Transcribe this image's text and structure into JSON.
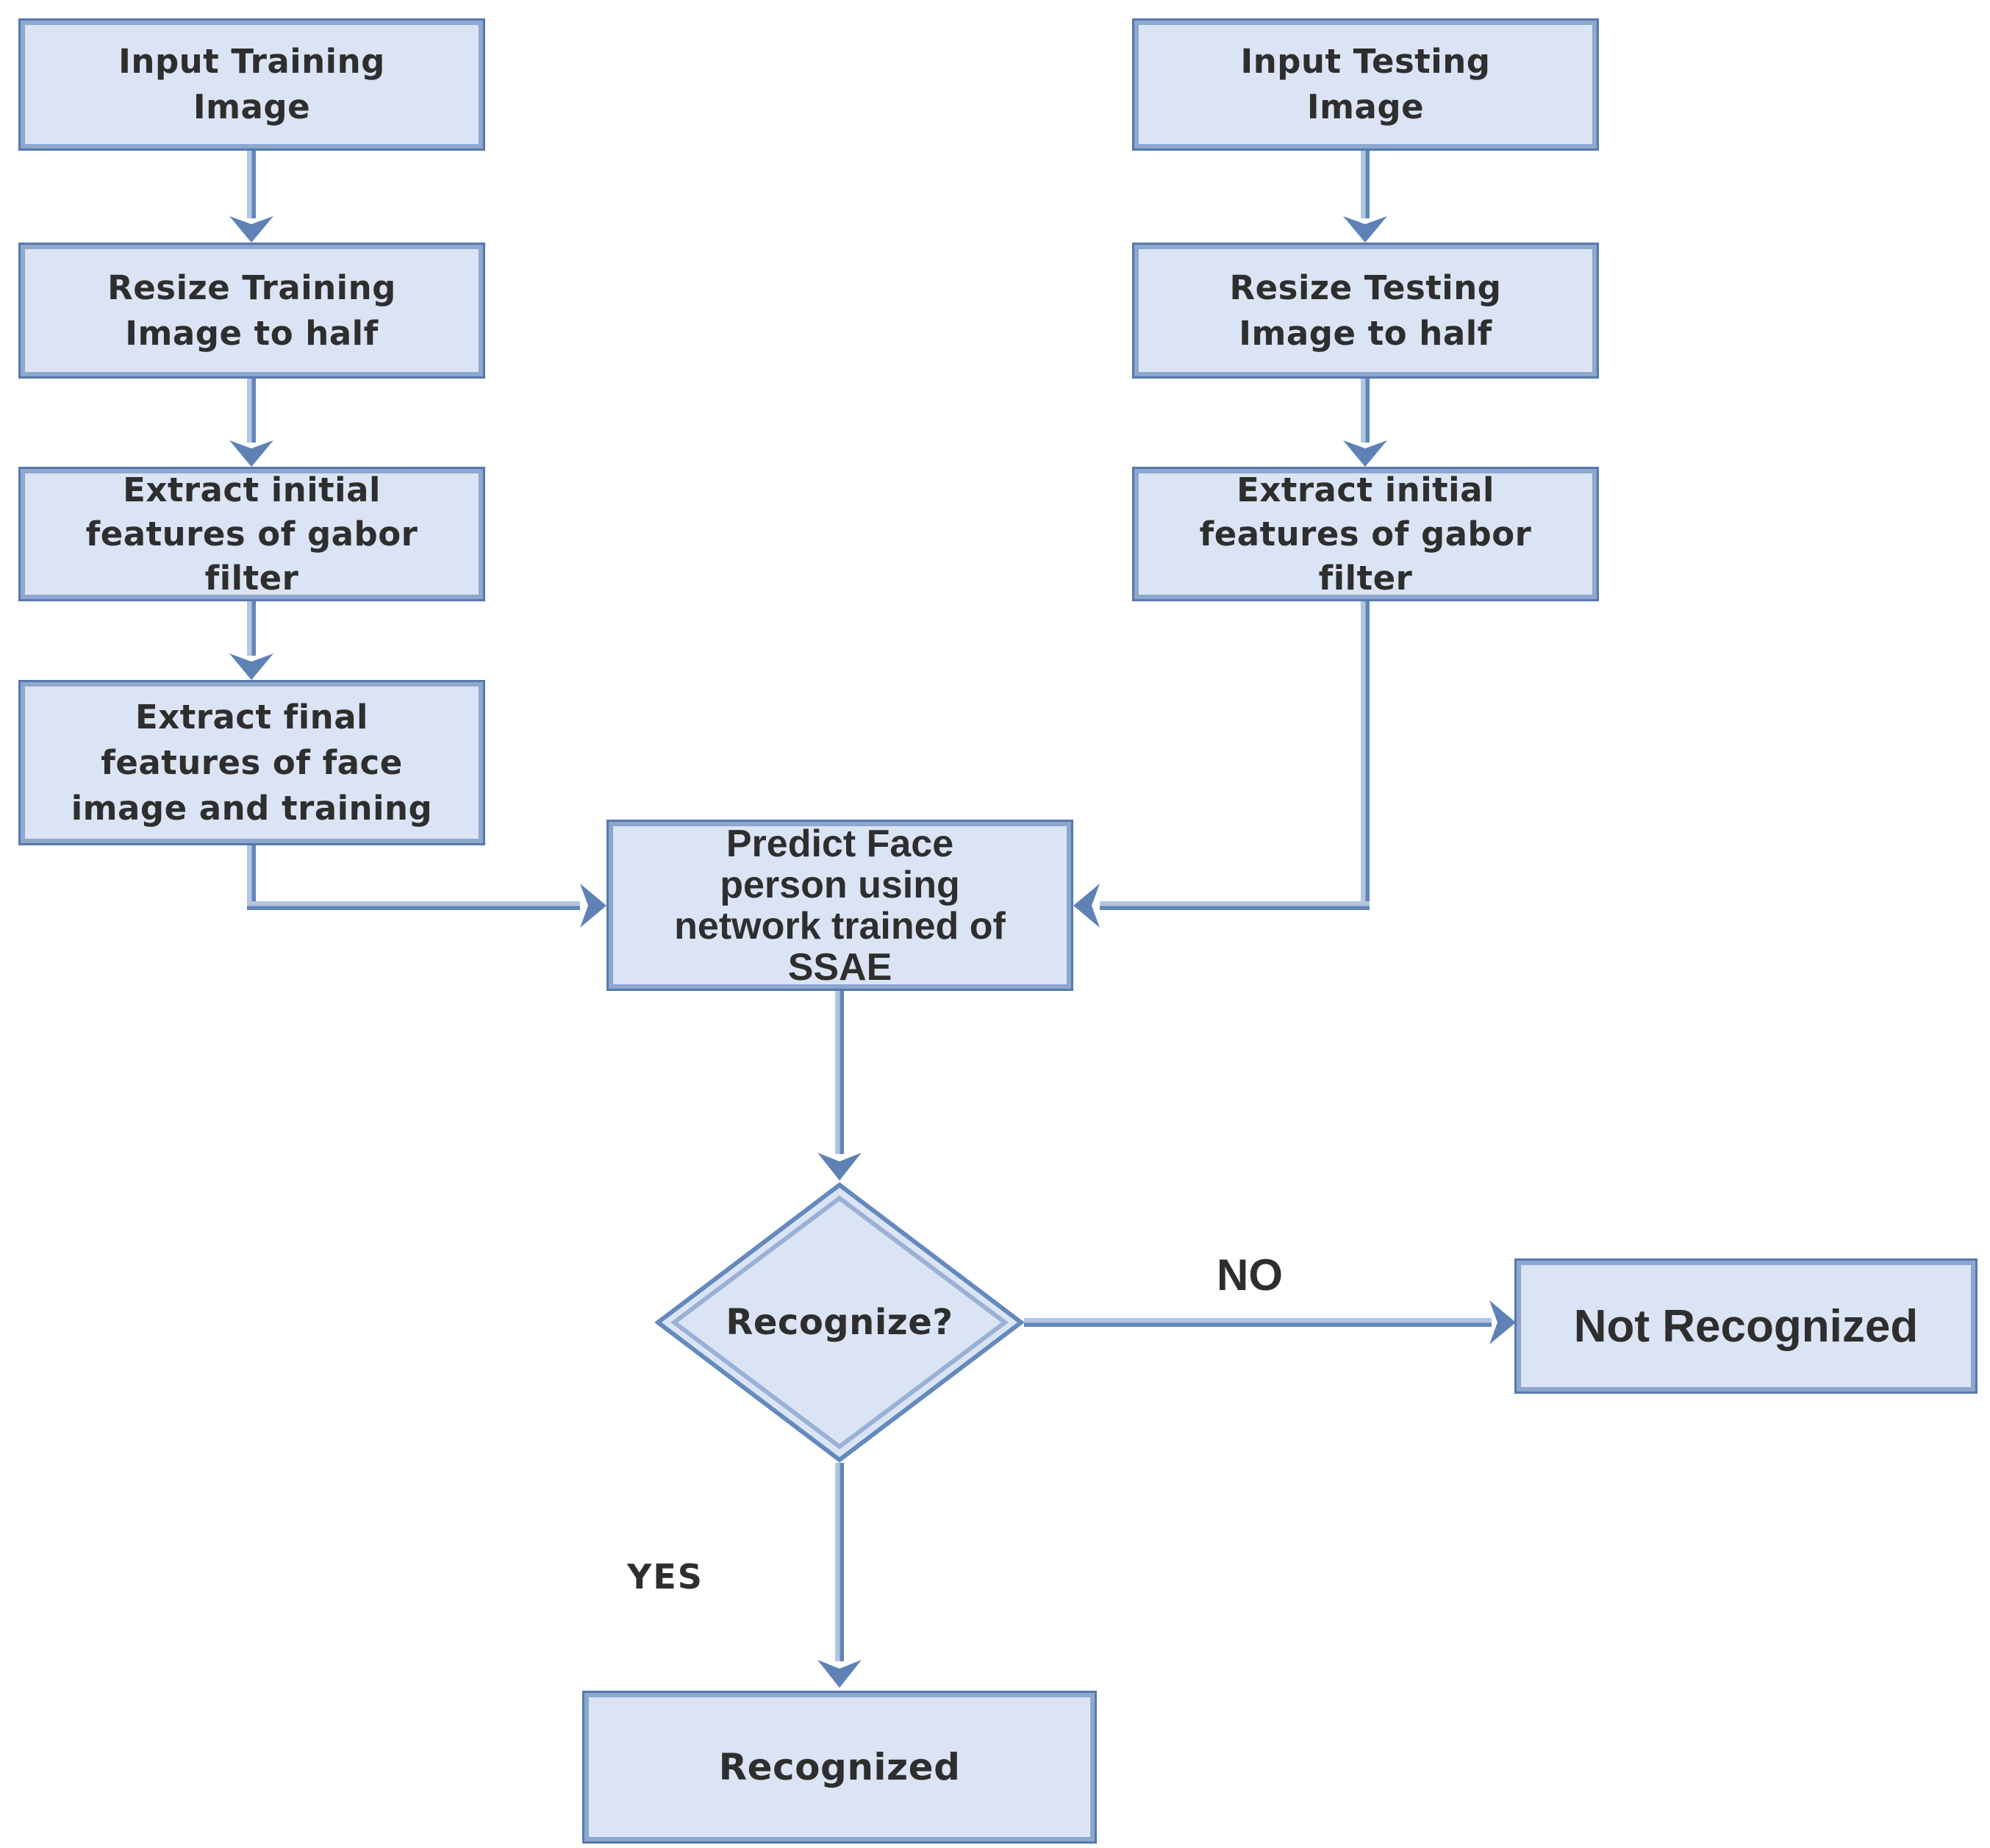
{
  "diagram_title": "Face recognition flowchart (SSAE)",
  "colors": {
    "background": "#ffffff",
    "node_fill": "#dbe4f4",
    "node_border_outer": "#5579ab",
    "node_border_inner": "#8da7ce",
    "connector_light": "#b5c5e0",
    "connector_dark": "#6086ba",
    "arrowhead": "#5e82b6",
    "diamond_stroke_outer": "#6489bd",
    "diamond_stroke_inner": "#9ab0d6",
    "text": "#2e2e2e"
  },
  "nodes": {
    "input_training": {
      "label": "Input Training\nImage",
      "type": "process"
    },
    "resize_training": {
      "label": "Resize Training\nImage to half",
      "type": "process"
    },
    "extract_initial_training": {
      "label": "Extract initial\nfeatures of gabor\nfilter",
      "type": "process"
    },
    "extract_final_training": {
      "label": "Extract final\nfeatures of face\nimage and training",
      "type": "process"
    },
    "input_testing": {
      "label": "Input Testing\nImage",
      "type": "process"
    },
    "resize_testing": {
      "label": "Resize Testing\nImage to half",
      "type": "process"
    },
    "extract_initial_testing": {
      "label": "Extract initial\nfeatures of gabor\nfilter",
      "type": "process"
    },
    "predict": {
      "label": "Predict Face\nperson using\nnetwork trained of\nSSAE",
      "type": "process"
    },
    "recognize": {
      "label": "Recognize?",
      "type": "decision"
    },
    "not_recognized": {
      "label": "Not Recognized",
      "type": "terminal"
    },
    "recognized": {
      "label": "Recognized",
      "type": "terminal"
    }
  },
  "edges": [
    {
      "from": "input_training",
      "to": "resize_training",
      "label": ""
    },
    {
      "from": "resize_training",
      "to": "extract_initial_training",
      "label": ""
    },
    {
      "from": "extract_initial_training",
      "to": "extract_final_training",
      "label": ""
    },
    {
      "from": "extract_final_training",
      "to": "predict",
      "label": ""
    },
    {
      "from": "input_testing",
      "to": "resize_testing",
      "label": ""
    },
    {
      "from": "resize_testing",
      "to": "extract_initial_testing",
      "label": ""
    },
    {
      "from": "extract_initial_testing",
      "to": "predict",
      "label": ""
    },
    {
      "from": "predict",
      "to": "recognize",
      "label": ""
    },
    {
      "from": "recognize",
      "to": "not_recognized",
      "label": "NO"
    },
    {
      "from": "recognize",
      "to": "recognized",
      "label": "YES"
    }
  ]
}
